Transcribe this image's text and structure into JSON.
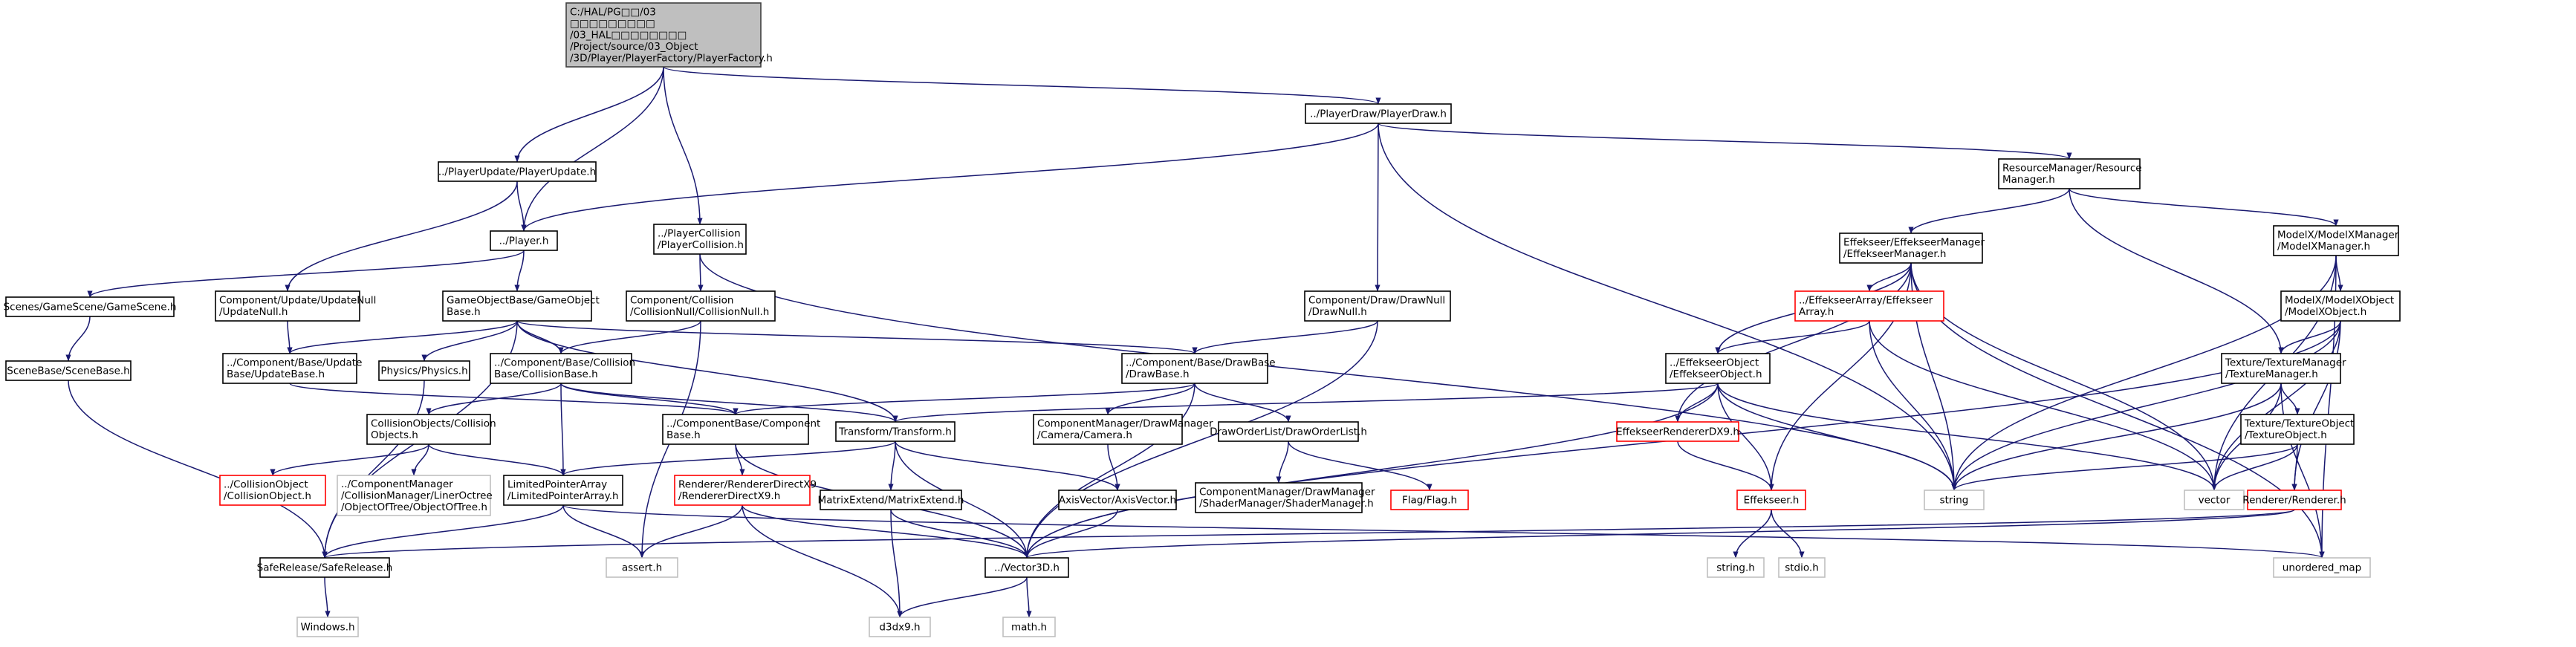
{
  "colors": {
    "edge": "#191970",
    "root_fill": "#bfbfbf",
    "root_stroke": "#404040",
    "normal_stroke": "#000000",
    "missing_stroke": "#ff0000",
    "external_stroke": "#bfbfbf",
    "background": "#ffffff"
  },
  "nodes": [
    {
      "id": "root",
      "kind": "root",
      "lines": [
        "C:/HAL/PG□□/03",
        "□□□□□□□□□",
        "/03_HAL□□□□□□□□",
        "/Project/source/03_Object",
        "/3D/Player/PlayerFactory/PlayerFactory.h"
      ]
    },
    {
      "id": "playerdraw",
      "kind": "normal",
      "lines": [
        "../PlayerDraw/PlayerDraw.h"
      ]
    },
    {
      "id": "playerupdate",
      "kind": "normal",
      "lines": [
        "../PlayerUpdate/PlayerUpdate.h"
      ]
    },
    {
      "id": "player",
      "kind": "normal",
      "lines": [
        "../Player.h"
      ]
    },
    {
      "id": "playercollision",
      "kind": "normal",
      "lines": [
        "../PlayerCollision",
        "/PlayerCollision.h"
      ]
    },
    {
      "id": "resourcemanager",
      "kind": "normal",
      "lines": [
        "ResourceManager/Resource",
        "Manager.h"
      ]
    },
    {
      "id": "effekseermanager",
      "kind": "normal",
      "lines": [
        "Effekseer/EffekseerManager",
        "/EffekseerManager.h"
      ]
    },
    {
      "id": "modelxmanager",
      "kind": "normal",
      "lines": [
        "ModelX/ModelXManager",
        "/ModelXManager.h"
      ]
    },
    {
      "id": "gamescene",
      "kind": "normal",
      "lines": [
        "Scenes/GameScene/GameScene.h"
      ]
    },
    {
      "id": "updatenull",
      "kind": "normal",
      "lines": [
        "Component/Update/UpdateNull",
        "/UpdateNull.h"
      ]
    },
    {
      "id": "gameobjectbase",
      "kind": "normal",
      "lines": [
        "GameObjectBase/GameObject",
        "Base.h"
      ]
    },
    {
      "id": "collisionnull",
      "kind": "normal",
      "lines": [
        "Component/Collision",
        "/CollisionNull/CollisionNull.h"
      ]
    },
    {
      "id": "drawnull",
      "kind": "normal",
      "lines": [
        "Component/Draw/DrawNull",
        "/DrawNull.h"
      ]
    },
    {
      "id": "effekseerarray",
      "kind": "missing",
      "lines": [
        "../EffekseerArray/Effekseer",
        "Array.h"
      ]
    },
    {
      "id": "modelxobject",
      "kind": "normal",
      "lines": [
        "ModelX/ModelXObject",
        "/ModelXObject.h"
      ]
    },
    {
      "id": "scenebase",
      "kind": "normal",
      "lines": [
        "SceneBase/SceneBase.h"
      ]
    },
    {
      "id": "updatebase",
      "kind": "normal",
      "lines": [
        "../Component/Base/Update",
        "Base/UpdateBase.h"
      ]
    },
    {
      "id": "physics",
      "kind": "normal",
      "lines": [
        "Physics/Physics.h"
      ]
    },
    {
      "id": "collisionbase",
      "kind": "normal",
      "lines": [
        "../Component/Base/Collision",
        "Base/CollisionBase.h"
      ]
    },
    {
      "id": "drawbase",
      "kind": "normal",
      "lines": [
        "../Component/Base/DrawBase",
        "/DrawBase.h"
      ]
    },
    {
      "id": "effekseerobject",
      "kind": "normal",
      "lines": [
        "../EffekseerObject",
        "/EffekseerObject.h"
      ]
    },
    {
      "id": "texturemanager",
      "kind": "normal",
      "lines": [
        "Texture/TextureManager",
        "/TextureManager.h"
      ]
    },
    {
      "id": "componentbase",
      "kind": "normal",
      "lines": [
        "../ComponentBase/Component",
        "Base.h"
      ]
    },
    {
      "id": "transform",
      "kind": "normal",
      "lines": [
        "Transform/Transform.h"
      ]
    },
    {
      "id": "camera",
      "kind": "normal",
      "lines": [
        "ComponentManager/DrawManager",
        "/Camera/Camera.h"
      ]
    },
    {
      "id": "draworderlist",
      "kind": "normal",
      "lines": [
        "DrawOrderList/DrawOrderList.h"
      ]
    },
    {
      "id": "effekseerrendererdx9",
      "kind": "missing",
      "lines": [
        "EffekseerRendererDX9.h"
      ]
    },
    {
      "id": "textureobject",
      "kind": "normal",
      "lines": [
        "Texture/TextureObject",
        "/TextureObject.h"
      ]
    },
    {
      "id": "collisionobjects",
      "kind": "normal",
      "lines": [
        "CollisionObjects/Collision",
        "Objects.h"
      ]
    },
    {
      "id": "collisionobject",
      "kind": "missing",
      "lines": [
        "../CollisionObject",
        "/CollisionObject.h"
      ]
    },
    {
      "id": "objectoftree",
      "kind": "external",
      "lines": [
        "../ComponentManager",
        "/CollisionManager/LinerOctree",
        "/ObjectOfTree/ObjectOfTree.h"
      ]
    },
    {
      "id": "limitedpointerarray",
      "kind": "normal",
      "lines": [
        "LimitedPointerArray",
        "/LimitedPointerArray.h"
      ]
    },
    {
      "id": "rendererdirectx9",
      "kind": "missing",
      "lines": [
        "Renderer/RendererDirectX9",
        "/RendererDirectX9.h"
      ]
    },
    {
      "id": "matrixextend",
      "kind": "normal",
      "lines": [
        "MatrixExtend/MatrixExtend.h"
      ]
    },
    {
      "id": "axisvector",
      "kind": "normal",
      "lines": [
        "AxisVector/AxisVector.h"
      ]
    },
    {
      "id": "shadermanager",
      "kind": "normal",
      "lines": [
        "ComponentManager/DrawManager",
        "/ShaderManager/ShaderManager.h"
      ]
    },
    {
      "id": "flag",
      "kind": "missing",
      "lines": [
        "Flag/Flag.h"
      ]
    },
    {
      "id": "effekseer",
      "kind": "missing",
      "lines": [
        "Effekseer.h"
      ]
    },
    {
      "id": "string",
      "kind": "external",
      "lines": [
        "string"
      ]
    },
    {
      "id": "vector",
      "kind": "external",
      "lines": [
        "vector"
      ]
    },
    {
      "id": "renderer",
      "kind": "missing",
      "lines": [
        "Renderer/Renderer.h"
      ]
    },
    {
      "id": "saferelease",
      "kind": "normal",
      "lines": [
        "SafeRelease/SafeRelease.h"
      ]
    },
    {
      "id": "assert",
      "kind": "external",
      "lines": [
        "assert.h"
      ]
    },
    {
      "id": "vector3d",
      "kind": "normal",
      "lines": [
        "../Vector3D.h"
      ]
    },
    {
      "id": "unordered_map",
      "kind": "external",
      "lines": [
        "unordered_map"
      ]
    },
    {
      "id": "windows",
      "kind": "external",
      "lines": [
        "Windows.h"
      ]
    },
    {
      "id": "d3dx9",
      "kind": "external",
      "lines": [
        "d3dx9.h"
      ]
    },
    {
      "id": "math",
      "kind": "external",
      "lines": [
        "math.h"
      ]
    },
    {
      "id": "stringh",
      "kind": "external",
      "lines": [
        "string.h"
      ]
    },
    {
      "id": "stdio",
      "kind": "external",
      "lines": [
        "stdio.h"
      ]
    }
  ],
  "edges": [
    [
      "root",
      "playerdraw"
    ],
    [
      "root",
      "playerupdate"
    ],
    [
      "root",
      "player"
    ],
    [
      "root",
      "playercollision"
    ],
    [
      "playerdraw",
      "player"
    ],
    [
      "playerdraw",
      "drawnull"
    ],
    [
      "playerdraw",
      "resourcemanager"
    ],
    [
      "playerdraw",
      "string"
    ],
    [
      "playerupdate",
      "player"
    ],
    [
      "playerupdate",
      "updatenull"
    ],
    [
      "player",
      "gamescene"
    ],
    [
      "player",
      "gameobjectbase"
    ],
    [
      "playercollision",
      "collisionnull"
    ],
    [
      "playercollision",
      "string"
    ],
    [
      "resourcemanager",
      "effekseermanager"
    ],
    [
      "resourcemanager",
      "modelxmanager"
    ],
    [
      "resourcemanager",
      "texturemanager"
    ],
    [
      "effekseermanager",
      "effekseerarray"
    ],
    [
      "effekseermanager",
      "effekseerobject"
    ],
    [
      "effekseermanager",
      "effekseerrendererdx9"
    ],
    [
      "effekseermanager",
      "effekseer"
    ],
    [
      "effekseermanager",
      "string"
    ],
    [
      "effekseermanager",
      "vector"
    ],
    [
      "effekseermanager",
      "unordered_map"
    ],
    [
      "modelxmanager",
      "modelxobject"
    ],
    [
      "modelxmanager",
      "string"
    ],
    [
      "modelxmanager",
      "vector"
    ],
    [
      "modelxmanager",
      "unordered_map"
    ],
    [
      "gamescene",
      "scenebase"
    ],
    [
      "scenebase",
      "saferelease"
    ],
    [
      "updatenull",
      "updatebase"
    ],
    [
      "gameobjectbase",
      "updatebase"
    ],
    [
      "gameobjectbase",
      "physics"
    ],
    [
      "gameobjectbase",
      "collisionbase"
    ],
    [
      "gameobjectbase",
      "drawbase"
    ],
    [
      "gameobjectbase",
      "transform"
    ],
    [
      "gameobjectbase",
      "saferelease"
    ],
    [
      "collisionnull",
      "collisionbase"
    ],
    [
      "collisionnull",
      "assert"
    ],
    [
      "drawnull",
      "drawbase"
    ],
    [
      "drawnull",
      "vector3d"
    ],
    [
      "effekseerarray",
      "effekseerobject"
    ],
    [
      "effekseerarray",
      "string"
    ],
    [
      "effekseerarray",
      "vector"
    ],
    [
      "modelxobject",
      "texturemanager"
    ],
    [
      "modelxobject",
      "renderer"
    ],
    [
      "modelxobject",
      "string"
    ],
    [
      "modelxobject",
      "vector"
    ],
    [
      "modelxobject",
      "vector3d"
    ],
    [
      "updatebase",
      "componentbase"
    ],
    [
      "physics",
      "saferelease"
    ],
    [
      "collisionbase",
      "componentbase"
    ],
    [
      "collisionbase",
      "transform"
    ],
    [
      "collisionbase",
      "collisionobjects"
    ],
    [
      "collisionbase",
      "limitedpointerarray"
    ],
    [
      "drawbase",
      "componentbase"
    ],
    [
      "drawbase",
      "camera"
    ],
    [
      "drawbase",
      "draworderlist"
    ],
    [
      "drawbase",
      "vector3d"
    ],
    [
      "effekseerobject",
      "transform"
    ],
    [
      "effekseerobject",
      "effekseerrendererdx9"
    ],
    [
      "effekseerobject",
      "effekseer"
    ],
    [
      "effekseerobject",
      "string"
    ],
    [
      "effekseerobject",
      "vector"
    ],
    [
      "effekseerobject",
      "vector3d"
    ],
    [
      "texturemanager",
      "textureobject"
    ],
    [
      "texturemanager",
      "string"
    ],
    [
      "texturemanager",
      "vector"
    ],
    [
      "texturemanager",
      "unordered_map"
    ],
    [
      "componentbase",
      "rendererdirectx9"
    ],
    [
      "componentbase",
      "vector3d"
    ],
    [
      "transform",
      "limitedpointerarray"
    ],
    [
      "transform",
      "matrixextend"
    ],
    [
      "transform",
      "axisvector"
    ],
    [
      "transform",
      "vector3d"
    ],
    [
      "camera",
      "axisvector"
    ],
    [
      "draworderlist",
      "shadermanager"
    ],
    [
      "draworderlist",
      "flag"
    ],
    [
      "effekseerrendererdx9",
      "effekseer"
    ],
    [
      "textureobject",
      "renderer"
    ],
    [
      "textureobject",
      "string"
    ],
    [
      "textureobject",
      "vector"
    ],
    [
      "collisionobjects",
      "collisionobject"
    ],
    [
      "collisionobjects",
      "objectoftree"
    ],
    [
      "collisionobjects",
      "limitedpointerarray"
    ],
    [
      "limitedpointerarray",
      "saferelease"
    ],
    [
      "limitedpointerarray",
      "assert"
    ],
    [
      "limitedpointerarray",
      "unordered_map"
    ],
    [
      "rendererdirectx9",
      "assert"
    ],
    [
      "rendererdirectx9",
      "vector3d"
    ],
    [
      "rendererdirectx9",
      "d3dx9"
    ],
    [
      "matrixextend",
      "vector3d"
    ],
    [
      "matrixextend",
      "d3dx9"
    ],
    [
      "axisvector",
      "vector3d"
    ],
    [
      "effekseer",
      "stringh"
    ],
    [
      "effekseer",
      "stdio"
    ],
    [
      "renderer",
      "saferelease"
    ],
    [
      "renderer",
      "vector3d"
    ],
    [
      "saferelease",
      "windows"
    ],
    [
      "vector3d",
      "d3dx9"
    ],
    [
      "vector3d",
      "math"
    ]
  ]
}
